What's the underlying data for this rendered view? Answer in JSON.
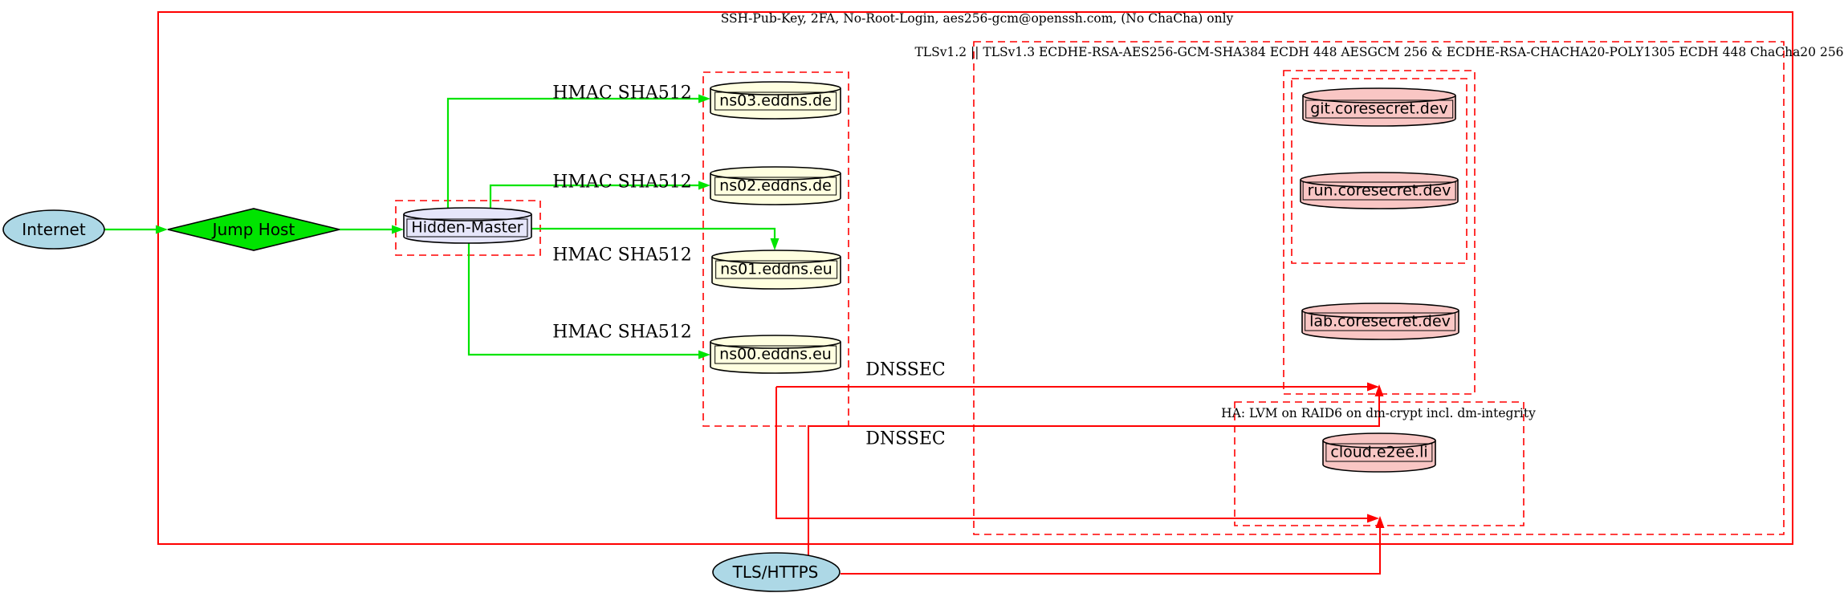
{
  "diagram": {
    "clusters": {
      "ssh": {
        "label": "SSH-Pub-Key, 2FA, No-Root-Login, aes256-gcm@openssh.com, (No ChaCha) only"
      },
      "tls": {
        "label": "TLSv1.2 || TLSv1.3 ECDHE-RSA-AES256-GCM-SHA384 ECDH 448 AESGCM 256 & ECDHE-RSA-CHACHA20-POLY1305 ECDH 448 ChaCha20 256"
      },
      "ha": {
        "label": "HA: LVM on RAID6 on dm-crypt incl. dm-integrity"
      }
    },
    "nodes": {
      "internet": {
        "label": "Internet",
        "shape": "ellipse",
        "fill": "#add8e6"
      },
      "jump_host": {
        "label": "Jump Host",
        "shape": "diamond",
        "fill": "#00e400"
      },
      "hidden_master": {
        "label": "Hidden-Master",
        "shape": "cylinder",
        "fill": "#e6e6fa"
      },
      "ns03": {
        "label": "ns03.eddns.de",
        "shape": "cylinder",
        "fill": "#ffffe0"
      },
      "ns02": {
        "label": "ns02.eddns.de",
        "shape": "cylinder",
        "fill": "#ffffe0"
      },
      "ns01": {
        "label": "ns01.eddns.eu",
        "shape": "cylinder",
        "fill": "#ffffe0"
      },
      "ns00": {
        "label": "ns00.eddns.eu",
        "shape": "cylinder",
        "fill": "#ffffe0"
      },
      "git": {
        "label": "git.coresecret.dev",
        "shape": "cylinder",
        "fill": "#f9c6c4"
      },
      "run": {
        "label": "run.coresecret.dev",
        "shape": "cylinder",
        "fill": "#f9c6c4"
      },
      "lab": {
        "label": "lab.coresecret.dev",
        "shape": "cylinder",
        "fill": "#f9c6c4"
      },
      "cloud": {
        "label": "cloud.e2ee.li",
        "shape": "cylinder",
        "fill": "#f9c6c4"
      },
      "tls_https": {
        "label": "TLS/HTTPS",
        "shape": "ellipse",
        "fill": "#add8e6"
      }
    },
    "edge_labels": {
      "hmac": "HMAC SHA512",
      "dnssec": "DNSSEC"
    },
    "colors": {
      "secure_edge_green": "#00e400",
      "red_edge": "#ff0000",
      "cluster_border_red": "#ff0000",
      "node_stroke": "#000000"
    }
  }
}
